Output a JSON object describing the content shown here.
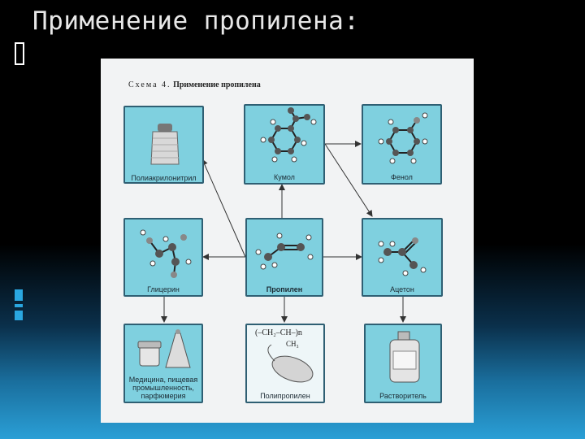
{
  "slide": {
    "title": "Применение пропилена:"
  },
  "scheme": {
    "label_prefix": "Схема 4.",
    "label_title": "Применение пропилена"
  },
  "nodes": {
    "polyacrylonitrile": "Полиакрилонитрил",
    "cumene": "Кумол",
    "phenol": "Фенол",
    "glycerin": "Глицерин",
    "propylene": "Пропилен",
    "acetone": "Ацетон",
    "medicine_line1": "Медицина, пищевая",
    "medicine_line2": "промышленность,",
    "medicine_line3": "парфюмерия",
    "polypropylene": "Полипропилен",
    "polypropylene_formula": "(–CH₂–CH–)n",
    "polypropylene_ch3": "CH₃",
    "solvent": "Растворитель"
  },
  "colors": {
    "box_fill": "#7fd0df",
    "box_border": "#2f5f73",
    "accent": "#2aa7e0"
  }
}
